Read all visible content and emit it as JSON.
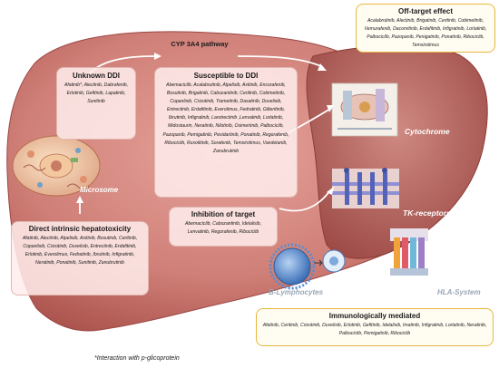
{
  "pathway_label": "CYP 3A4 pathway",
  "unknown_ddi": {
    "title": "Unknown DDI",
    "drugs": "Afatinib*, Alectinib, Dabrafenib, Erlotinib, Gefitinib, Lapatinib, Sunitinib"
  },
  "susceptible_ddi": {
    "title": "Susceptible to DDI",
    "drugs": "Abemaciclib, Acalabrutinib, Alpelisib, Axitinib, Encorafenib, Bosutinib, Brigatinib, Cabozantinib, Ceritinib, Cobimetinib, Copanlisib, Crizotinib, Trametinib, Dasatinib, Duvelisib, Entrectinib, Erdafitinib, Everolimus, Fedratinib, Gilteritinib, Ibrutinib, Infigratinib, Larotrectinib ,Lenvatinib, Lorlatinib, Midostaurin, Neratinib, Nilotinib, Osimertinib, Palbociclib, Pazopanib, Pemigatinib, Pexidartinib, Ponatinib, Regorafenib, Ribociclib, Ruxolitinib, Sorafenib, Temsirolimus, Vandetanib, Zanubrutinib"
  },
  "off_target": {
    "title": "Off-target effect",
    "drugs": "Acalabrutinib, Alectinib, Brigatinib, Ceritinib, Cobimetinib, Vemurafenib, Dacomitinib, Erdafitinib, Infigratinib, Lorlatinib, Palbociclib, Pazopanib, Penigatinib, Ponatinib, Ribociclib, Temsirolimus"
  },
  "inhibition": {
    "title": "Inhibition of target",
    "drugs": "Abemaciclib, Cabozantinib, Idelalisib, Lenvatinib, Regorafenib, Ribociclib"
  },
  "hepatotoxicity": {
    "title": "Direct intrinsic hepatotoxicity",
    "drugs": "Afatinib, Alectinib, Alpelisib, Axitinib, Bosutinib, Ceritinib, Copanlisib, Crizotinib, Duvelisib, Entrectinib, Erdafitinib, Erlotinib, Everolimus, Fedratinib, Ibrutinib, Infigratinib, Neratinib, Ponatinib, Sunitinib, Zanubrutinib"
  },
  "immuno": {
    "title": "Immunologically mediated",
    "drugs": "Afatinib, Ceritinib, Crizotinib, Duvelisib, Erlotinib, Gefitinib, Idelalisib, Imatinib, Infigratinib, Lorlatinib, Neratinib, Palbociclib, Pemigatinib, Ribociclib"
  },
  "labels": {
    "microsome": "Microsome",
    "cytochrome": "Cytochrome",
    "tk_receptors": "TK-receptors",
    "b_lymphocytes": "B-Lymphocytes",
    "hla_system": "HLA-System"
  },
  "footnote": "*Interaction with p-glicoprotein",
  "colors": {
    "liver_light": "#d98f88",
    "liver_dark": "#a84e49",
    "box_border": "#e2b7b1",
    "highlight_border": "#e8b640",
    "label_gray": "#9aa7b6"
  }
}
